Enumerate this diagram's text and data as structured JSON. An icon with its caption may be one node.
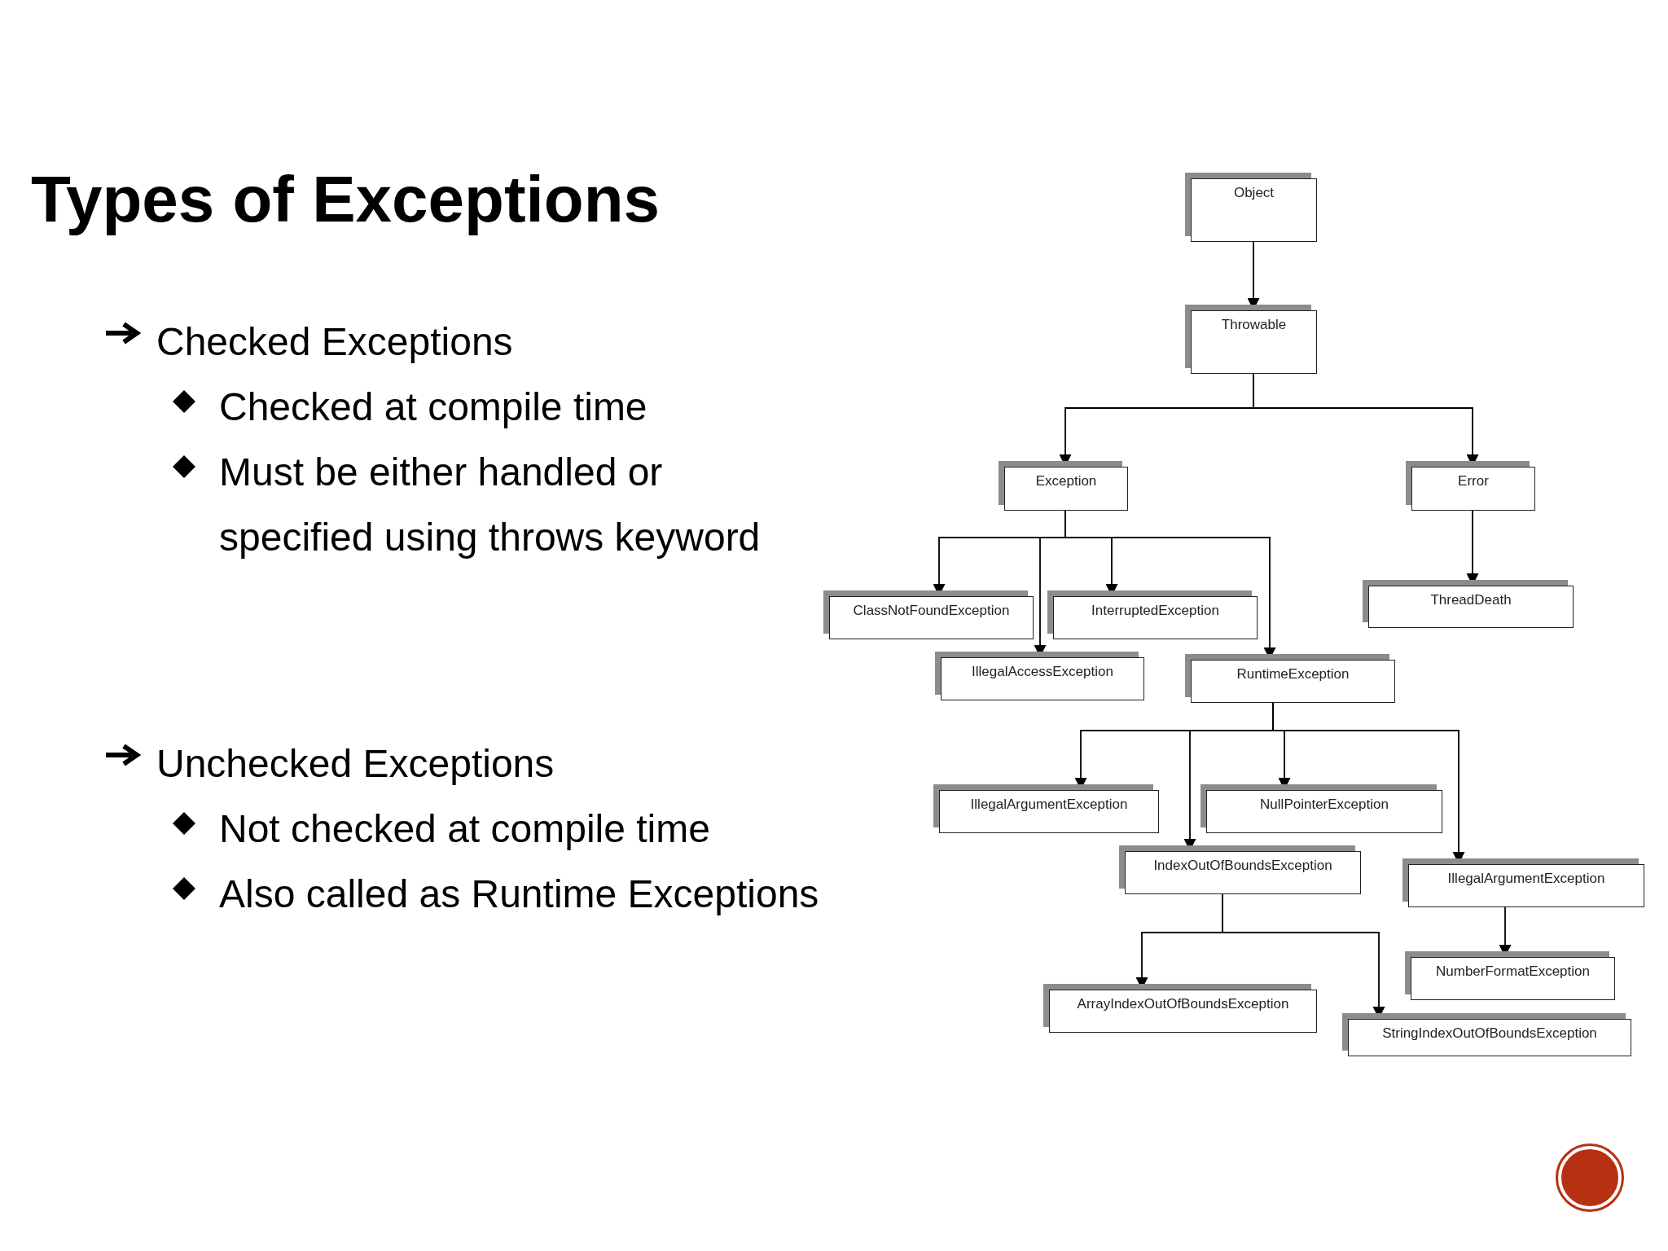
{
  "diagram": {
    "title": "Types of Exceptions",
    "nodes": [
      {
        "text": [
          "Object"
        ]
      },
      {
        "text": [
          "Throwable"
        ]
      },
      {
        "text": [
          "Exception"
        ]
      },
      {
        "text": [
          "Error"
        ]
      },
      {
        "text": [
          "ClassNotFoundException"
        ]
      },
      {
        "text": [
          "InterruptedException"
        ]
      },
      {
        "text": [
          "IllegalAccessException"
        ]
      },
      {
        "text": [
          "RuntimeException"
        ]
      },
      {
        "text": [
          "ThreadDeath"
        ]
      },
      {
        "text": [
          "IllegalArgumentException"
        ]
      },
      {
        "text": [
          "NullPointerException"
        ]
      },
      {
        "text": [
          "IndexOutOfBoundsException"
        ]
      },
      {
        "text": [
          "IllegalArgumentException"
        ]
      },
      {
        "text": [
          "NumberFormatException"
        ]
      },
      {
        "text": [
          "ArrayIndexOutOfBoundsException"
        ]
      },
      {
        "text": [
          "StringIndexOutOfBoundsException"
        ]
      },
      {
        "text": [],
        "shape": "circle"
      }
    ],
    "edges": [
      {
        "from": 0,
        "to": 1,
        "arrow": "to"
      },
      {
        "from": 1,
        "to": 2,
        "arrow": "to"
      },
      {
        "from": 1,
        "to": 3,
        "arrow": "to"
      },
      {
        "from": 2,
        "to": 4,
        "arrow": "to"
      },
      {
        "from": 2,
        "to": 6,
        "arrow": "to"
      },
      {
        "from": 2,
        "to": 5,
        "arrow": "to"
      },
      {
        "from": 2,
        "to": 7,
        "arrow": "to"
      },
      {
        "from": 3,
        "to": 8,
        "arrow": "to"
      },
      {
        "from": 7,
        "to": 9,
        "arrow": "to"
      },
      {
        "from": 7,
        "to": 11,
        "arrow": "to"
      },
      {
        "from": 7,
        "to": 10,
        "arrow": "to"
      },
      {
        "from": 7,
        "to": 12,
        "arrow": "to"
      },
      {
        "from": 12,
        "to": 13,
        "arrow": "to"
      },
      {
        "from": 11,
        "to": 14,
        "arrow": "to"
      },
      {
        "from": 11,
        "to": 15,
        "arrow": "to"
      }
    ],
    "labels": [
      "Checked Exceptions",
      "Checked at compile time",
      "Must be either handled or specified using throws keyword",
      "Unchecked Exceptions",
      "Not checked at compile time",
      "Also called as Runtime Exceptions"
    ]
  }
}
